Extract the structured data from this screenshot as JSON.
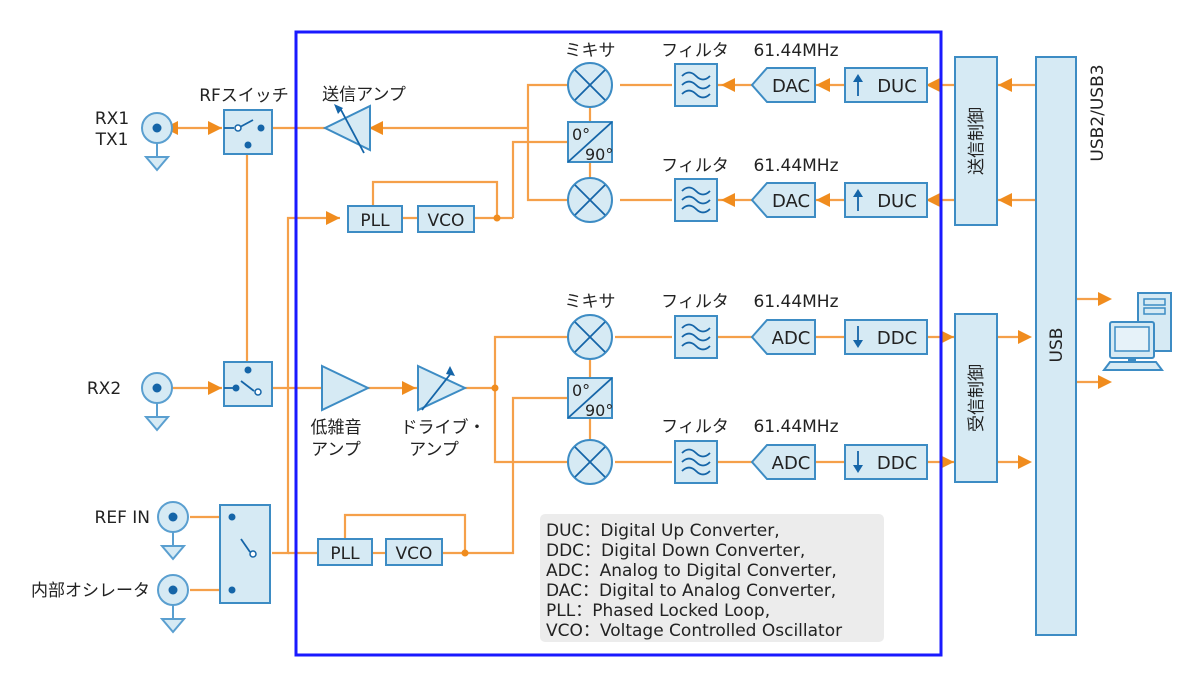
{
  "colors": {
    "wire": "#f5a04a",
    "arrow": "#f08c1e",
    "block_fill": "#d6eaf4",
    "block_stroke": "#3d8cc4",
    "frame": "#1a1aff",
    "legend_bg": "#ececec"
  },
  "ports": {
    "rx1": "RX1",
    "tx1": "TX1",
    "rx2": "RX2",
    "ref_in": "REF IN",
    "internal_osc": "内部オシレータ"
  },
  "labels": {
    "rf_switch": "RFスイッチ",
    "tx_amp": "送信アンプ",
    "lna_1": "低雑音",
    "lna_2": "アンプ",
    "drive_1": "ドライブ・",
    "drive_2": "アンプ",
    "mixer_tx": "ミキサ",
    "mixer_rx": "ミキサ",
    "filter": "フィルタ",
    "freq": "61.44MHz",
    "phase0": "0°",
    "phase90": "90°",
    "tx_ctrl": "送信制御",
    "rx_ctrl": "受信制御",
    "usb": "USB",
    "usb_ver": "USB2/USB3"
  },
  "blocks": {
    "pll": "PLL",
    "vco": "VCO",
    "dac": "DAC",
    "adc": "ADC",
    "duc": "DUC",
    "ddc": "DDC"
  },
  "legend": [
    "DUC：Digital Up Converter,",
    "DDC：Digital Down Converter,",
    "ADC：Analog to Digital Converter,",
    "DAC：Digital to Analog Converter,",
    "PLL：Phased Locked Loop,",
    "VCO：Voltage Controlled Oscillator"
  ]
}
